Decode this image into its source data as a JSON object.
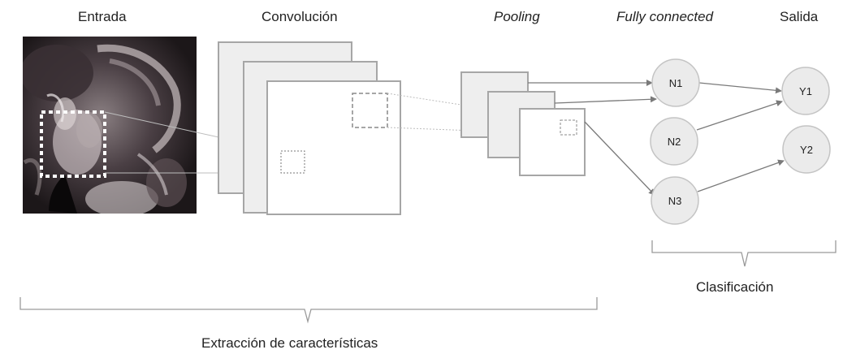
{
  "headers": {
    "input": "Entrada",
    "convolution": "Convolución",
    "pooling": "Pooling",
    "fully_connected": "Fully connected",
    "output": "Salida"
  },
  "nodes": {
    "n1": "N1",
    "n2": "N2",
    "n3": "N3",
    "y1": "Y1",
    "y2": "Y2"
  },
  "brackets": {
    "classification": "Clasificación",
    "feature_extraction": "Extracción de características"
  },
  "colors": {
    "layer_fill": "#eeeeee",
    "layer_stroke": "#a6a6a6",
    "node_fill": "#ebebeb",
    "node_stroke": "#c4c4c4",
    "arrow": "#7a7a7a",
    "bracket": "#9a9a9a"
  }
}
